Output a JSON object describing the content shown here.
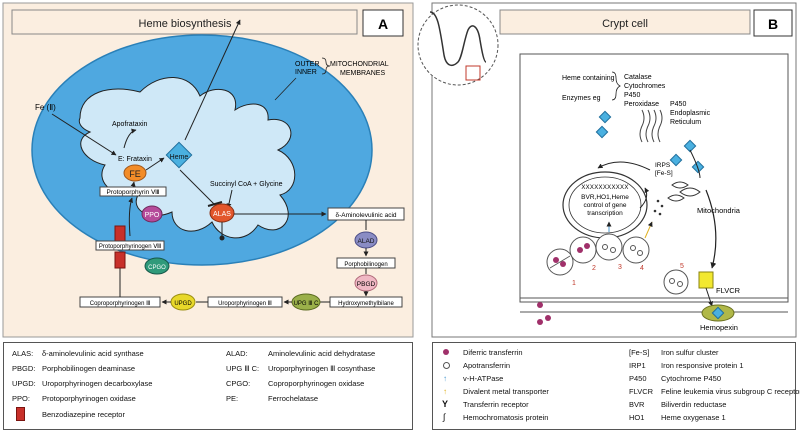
{
  "panel_a": {
    "title": "Heme biosynthesis",
    "letter": "A",
    "labels": {
      "membranes_outer": "OUTER",
      "membranes_inner": "INNER",
      "membranes_main": "MITOCHONDRIAL",
      "membranes_sub": "MEMBRANES",
      "fe2": "Fe (Ⅱ)",
      "apofrataxin": "Apofrataxin",
      "frataxin": "E: Frataxin",
      "heme": "Heme",
      "fe": "FE",
      "succinyl": "Succinyl CoA + Glycine",
      "proto9": "Protoporphyrin Ⅷ",
      "ppo": "PPO",
      "alas": "ALAS",
      "delta_ala": "δ-Aminolevulinic acid",
      "alad": "ALAD",
      "porphobilinogen": "Porphobilinogen",
      "pbgd": "PBGD",
      "hydroxymethylbilane": "Hydroxymethylbilane",
      "upg3c": "UPG Ⅲ C",
      "uroporphyrinogen": "Uroporphyrinogen Ⅲ",
      "upgd": "UPGD",
      "coproporphyrinogen": "Coproporphyrinogen Ⅲ",
      "cpgo": "CPGO",
      "protoporphyrinogen": "Protoporphyrinogen Ⅷ"
    }
  },
  "panel_b": {
    "title": "Crypt cell",
    "letter": "B",
    "labels": {
      "heme_containing": "Heme containing",
      "enzymes_eg": "Enzymes eg",
      "catalase": "Catalase",
      "cytochromes": "Cytochromes",
      "p450": "P450",
      "peroxidase": "Peroxidase",
      "p450_er": "P450",
      "endoplasmic": "Endoplasmic",
      "reticulum": "Reticulum",
      "irps": "IRPS",
      "fes": "[Fe-S]",
      "xxx": "XXXXXXXXXXX",
      "nucleus_text1": "BVR,HO1,Heme",
      "nucleus_text2": "control of gene",
      "nucleus_text3": "transcription",
      "mitochondria": "Mitochondria",
      "flvcr": "FLVCR",
      "hemopexin": "Hemopexin",
      "n1": "1",
      "n2": "2",
      "n3": "3",
      "n4": "4",
      "n5": "5"
    }
  },
  "legend_a": [
    {
      "key": "ALAS:",
      "value": "δ-aminolevulinic acid synthase",
      "key2": "ALAD:",
      "value2": "Aminolevulinic acid dehydratase"
    },
    {
      "key": "PBGD:",
      "value": "Porphobilinogen deaminase",
      "key2": "UPG Ⅲ C:",
      "value2": "Uroporphyrinogen Ⅲ cosynthase"
    },
    {
      "key": "UPGD:",
      "value": "Uroporphyrinogen decarboxylase",
      "key2": "CPGO:",
      "value2": "Coproporphyrinogen oxidase"
    },
    {
      "key": "PPO:",
      "value": "Protoporphyrinogen oxidase",
      "key2": "PE:",
      "value2": "Ferrochelatase"
    },
    {
      "key": "",
      "value": "Benzodiazepine receptor",
      "key2": "",
      "value2": ""
    }
  ],
  "legend_b": [
    {
      "value": "Diferric transferrin",
      "key2": "[Fe-S]",
      "value2": "Iron sulfur cluster"
    },
    {
      "value": "Apotransferrin",
      "key2": "IRP1",
      "value2": "Iron responsive protein 1"
    },
    {
      "value": "v-H-ATPase",
      "key2": "P450",
      "value2": "Cytochrome P450"
    },
    {
      "value": "Divalent metal transporter",
      "key2": "FLVCR",
      "value2": "Feline leukemia virus subgroup C receptor"
    },
    {
      "value": "Transferrin receptor",
      "key2": "BVR",
      "value2": "Biliverdin reductase"
    },
    {
      "value": "Hemochromatosis protein",
      "key2": "HO1",
      "value2": "Heme oxygenase 1"
    }
  ],
  "colors": {
    "panel_a_bg": "#fbeee0",
    "mito_outer": "#4fa8e0",
    "mito_inner": "#cfe8f7",
    "heme": "#4ab0e0",
    "fe": "#f28c28",
    "ppo": "#b54a9a",
    "alas": "#e2562c",
    "alad": "#8a8cc4",
    "pbgd": "#f0b8c4",
    "upg3c": "#9bb04a",
    "upgd": "#e8d82a",
    "cpgo": "#2f9a7a",
    "flvcr": "#f2e830",
    "hemopexin": "#b0b848"
  }
}
